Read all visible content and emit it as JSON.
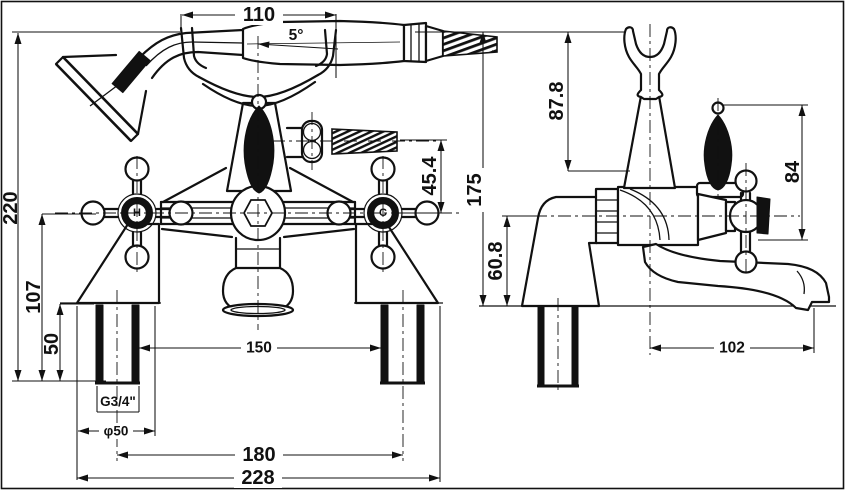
{
  "drawing": {
    "type": "bath-shower-mixer-dimension-drawing",
    "colors": {
      "line": "#111111",
      "background": "#ffffff"
    },
    "labels": {
      "handset_length": "110",
      "handset_angle": "5°",
      "overall_height": "220",
      "handle_center_height": "107",
      "shank_length": "50",
      "outlet_to_handle_offset": "45.4",
      "deck_to_top_height": "175",
      "cradle_height": "87.8",
      "diverter_handle_height": "84",
      "deck_to_body_center": "60.8",
      "inlet_inner_spacing": "150",
      "thread_size": "G3/4\"",
      "base_diameter": "φ50",
      "inlet_centres": "180",
      "overall_width": "228",
      "spout_reach": "102",
      "hot_marker": "H",
      "cold_marker": "C"
    }
  }
}
